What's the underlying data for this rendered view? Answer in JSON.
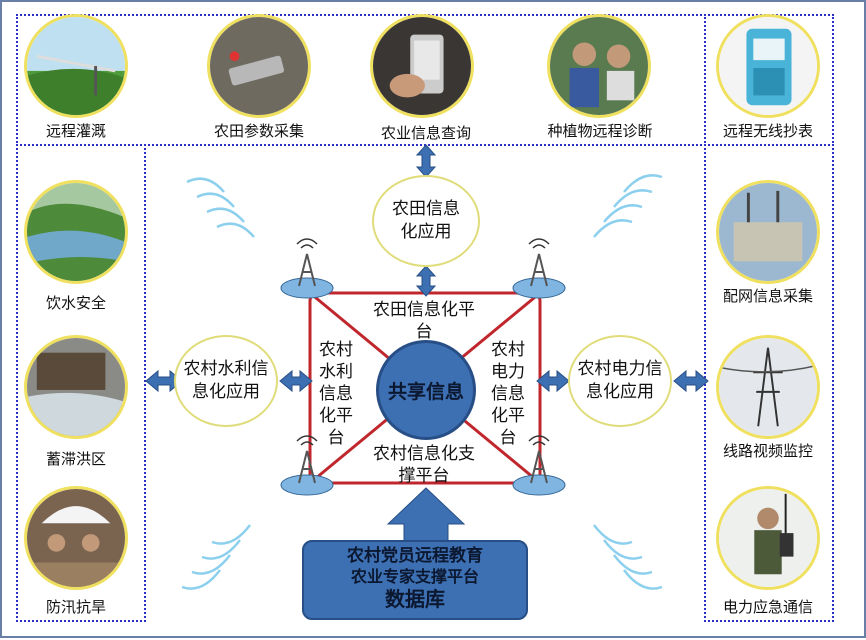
{
  "top_row": [
    {
      "label": "远程灌溉"
    },
    {
      "label": "农田参数采集"
    },
    {
      "label": "农业信息查询"
    },
    {
      "label": "种植物远程诊断"
    },
    {
      "label": "远程无线抄表"
    }
  ],
  "left_col": [
    {
      "label": "饮水安全"
    },
    {
      "label": "蓄滞洪区"
    },
    {
      "label": "防汛抗旱"
    }
  ],
  "right_col": [
    {
      "label": "配网信息采集"
    },
    {
      "label": "线路视频监控"
    },
    {
      "label": "电力应急通信"
    }
  ],
  "bubbles": {
    "farmland_app": "农田信息化应用",
    "water_app": "农村水利信息化应用",
    "power_app": "农村电力信息化应用"
  },
  "platforms": {
    "farmland": "农田信息化平台",
    "water": "农村水利信息化平台",
    "power": "农村电力信息化平台",
    "support": "农村信息化支撑平台"
  },
  "center": "共享信息",
  "database": {
    "line1": "农村党员远程教育",
    "line2": "农业专家支撑平台",
    "line3": "数据库"
  },
  "colors": {
    "accent_blue": "#3d6fb3",
    "frame_red": "#c0272d",
    "dotted_border": "#2b2ec7",
    "bubble_border": "#e0dc7a"
  }
}
